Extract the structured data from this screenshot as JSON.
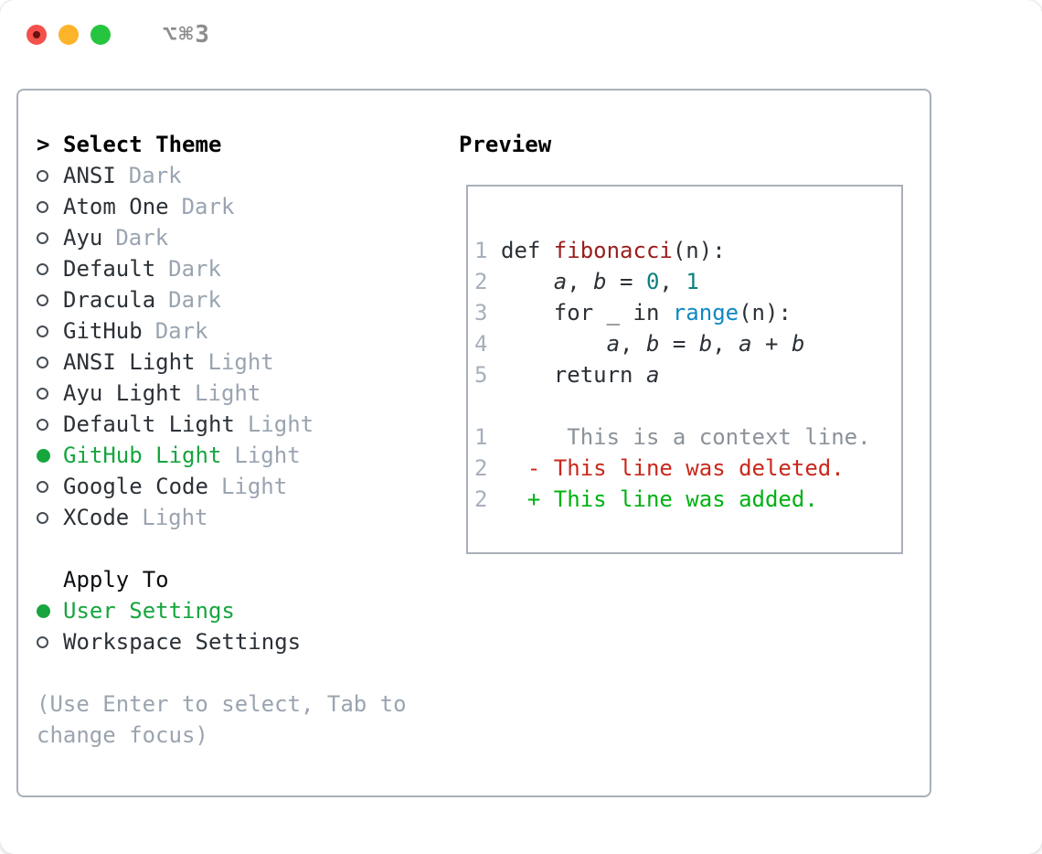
{
  "window": {
    "title": "⌥⌘3",
    "traffic_lights": {
      "close": "red",
      "minimize": "yellow",
      "zoom": "green"
    }
  },
  "theme_panel": {
    "header": {
      "marker": ">",
      "label": "Select Theme"
    },
    "themes": [
      {
        "name": "ANSI",
        "variant": "Dark",
        "selected": false
      },
      {
        "name": "Atom One",
        "variant": "Dark",
        "selected": false
      },
      {
        "name": "Ayu",
        "variant": "Dark",
        "selected": false
      },
      {
        "name": "Default",
        "variant": "Dark",
        "selected": false
      },
      {
        "name": "Dracula",
        "variant": "Dark",
        "selected": false
      },
      {
        "name": "GitHub",
        "variant": "Dark",
        "selected": false
      },
      {
        "name": "ANSI Light",
        "variant": "Light",
        "selected": false
      },
      {
        "name": "Ayu Light",
        "variant": "Light",
        "selected": false
      },
      {
        "name": "Default Light",
        "variant": "Light",
        "selected": false
      },
      {
        "name": "GitHub Light",
        "variant": "Light",
        "selected": true
      },
      {
        "name": "Google Code",
        "variant": "Light",
        "selected": false
      },
      {
        "name": "XCode",
        "variant": "Light",
        "selected": false
      }
    ],
    "apply_to": {
      "label": "Apply To",
      "options": [
        {
          "name": "User Settings",
          "selected": true
        },
        {
          "name": "Workspace Settings",
          "selected": false
        }
      ]
    },
    "hint_lines": [
      "(Use Enter to select, Tab to",
      "change focus)"
    ]
  },
  "preview": {
    "label": "Preview",
    "code_lines": [
      {
        "num": "1",
        "segments": [
          {
            "text": "def ",
            "style": "plain"
          },
          {
            "text": "fibonacci",
            "style": "function"
          },
          {
            "text": "(n):",
            "style": "plain"
          }
        ]
      },
      {
        "num": "2",
        "segments": [
          {
            "text": "    ",
            "style": "plain"
          },
          {
            "text": "a",
            "style": "var"
          },
          {
            "text": ", ",
            "style": "plain"
          },
          {
            "text": "b",
            "style": "var"
          },
          {
            "text": " = ",
            "style": "plain"
          },
          {
            "text": "0",
            "style": "number"
          },
          {
            "text": ", ",
            "style": "plain"
          },
          {
            "text": "1",
            "style": "number"
          }
        ]
      },
      {
        "num": "3",
        "segments": [
          {
            "text": "    for _ in ",
            "style": "plain"
          },
          {
            "text": "range",
            "style": "builtin"
          },
          {
            "text": "(n):",
            "style": "plain"
          }
        ]
      },
      {
        "num": "4",
        "segments": [
          {
            "text": "        ",
            "style": "plain"
          },
          {
            "text": "a",
            "style": "var"
          },
          {
            "text": ", ",
            "style": "plain"
          },
          {
            "text": "b",
            "style": "var"
          },
          {
            "text": " = ",
            "style": "plain"
          },
          {
            "text": "b",
            "style": "var"
          },
          {
            "text": ", ",
            "style": "plain"
          },
          {
            "text": "a",
            "style": "var"
          },
          {
            "text": " + ",
            "style": "plain"
          },
          {
            "text": "b",
            "style": "var"
          }
        ]
      },
      {
        "num": "5",
        "segments": [
          {
            "text": "    return ",
            "style": "plain"
          },
          {
            "text": "a",
            "style": "var"
          }
        ]
      },
      {
        "num": "",
        "segments": []
      },
      {
        "num": "1",
        "segments": [
          {
            "text": "     This is a context line.",
            "style": "context"
          }
        ]
      },
      {
        "num": "2",
        "segments": [
          {
            "text": "  - This line was deleted.",
            "style": "deleted"
          }
        ]
      },
      {
        "num": "2",
        "segments": [
          {
            "text": "  + This line was added.",
            "style": "added"
          }
        ]
      }
    ]
  },
  "colors": {
    "accent_green": "#17a53e",
    "diff_added": "#00b112",
    "diff_deleted": "#c9281c",
    "function_red": "#9b1c1c",
    "number_teal": "#0d8080",
    "builtin_blue": "#0e87c4",
    "muted_gray": "#9aa4b1",
    "border_gray": "#a9b0ba",
    "traffic_red": "#f4504c",
    "traffic_yellow": "#fdb32a",
    "traffic_green": "#27c53f"
  }
}
